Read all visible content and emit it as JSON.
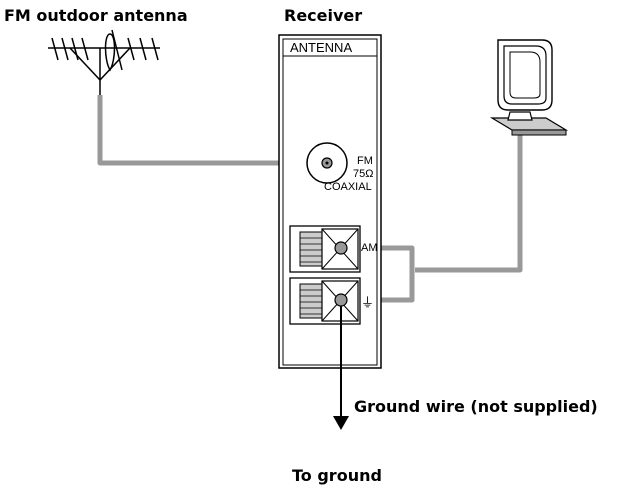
{
  "labels": {
    "fm_outdoor_antenna": "FM outdoor antenna",
    "receiver": "Receiver",
    "ground_wire": "Ground wire (not supplied)",
    "to_ground": "To ground"
  },
  "panel": {
    "header": "ANTENNA",
    "fm_lines": [
      "FM",
      "75Ω",
      "COAXIAL"
    ],
    "am_label": "AM",
    "ground_symbol": "⏚"
  },
  "colors": {
    "wire": "#999999",
    "line": "#000000",
    "panel_fill": "#ffffff",
    "terminal_shade": "#cccccc"
  }
}
